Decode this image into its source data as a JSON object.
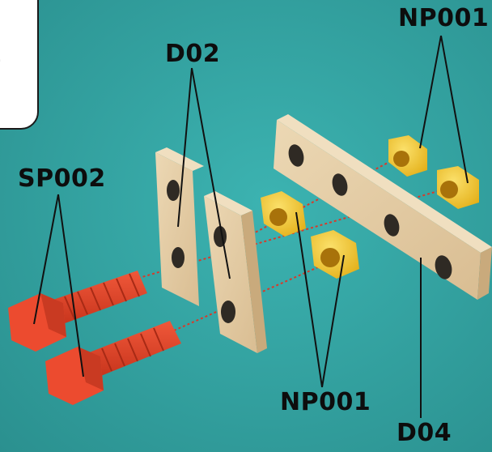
{
  "quantities": [
    "1",
    "4",
    "2"
  ],
  "labels": {
    "np001_top": "NP001",
    "d02": "D02",
    "sp002": "SP002",
    "np001_bottom": "NP001",
    "d04": "D04"
  },
  "colors": {
    "background": "#35a6a4",
    "wood": "#e6cfa8",
    "screw": "#e8452a",
    "nut": "#f2c62c",
    "guide_line": "#d83a2a",
    "leader_line": "#111111"
  }
}
